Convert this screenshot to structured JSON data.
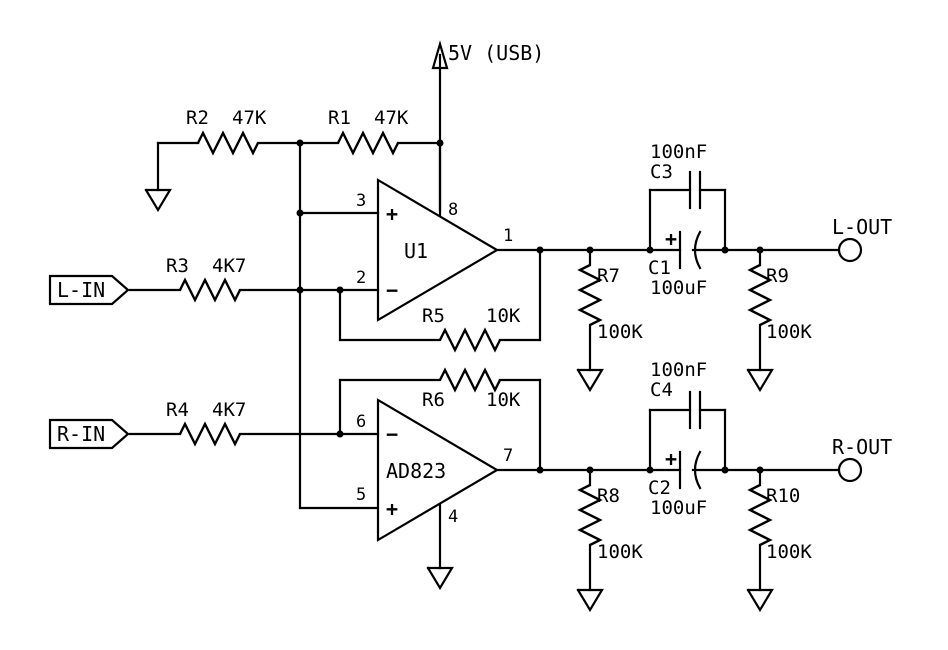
{
  "power": {
    "label": "5V (USB)"
  },
  "resistors": {
    "r1": {
      "ref": "R1",
      "value": "47K"
    },
    "r2": {
      "ref": "R2",
      "value": "47K"
    },
    "r3": {
      "ref": "R3",
      "value": "4K7"
    },
    "r4": {
      "ref": "R4",
      "value": "4K7"
    },
    "r5": {
      "ref": "R5",
      "value": "10K"
    },
    "r6": {
      "ref": "R6",
      "value": "10K"
    },
    "r7": {
      "ref": "R7",
      "value": "100K"
    },
    "r8": {
      "ref": "R8",
      "value": "100K"
    },
    "r9": {
      "ref": "R9",
      "value": "100K"
    },
    "r10": {
      "ref": "R10",
      "value": "100K"
    }
  },
  "capacitors": {
    "c1": {
      "ref": "C1",
      "value": "100uF"
    },
    "c2": {
      "ref": "C2",
      "value": "100uF"
    },
    "c3": {
      "ref": "C3",
      "value": "100nF"
    },
    "c4": {
      "ref": "C4",
      "value": "100nF"
    }
  },
  "opamp": {
    "ref": "U1",
    "part": "AD823",
    "pins": {
      "p1": "1",
      "p2": "2",
      "p3": "3",
      "p4": "4",
      "p5": "5",
      "p6": "6",
      "p7": "7",
      "p8": "8"
    },
    "plus": "+",
    "minus": "−",
    "pol": "+"
  },
  "ports": {
    "l_in": "L-IN",
    "r_in": "R-IN",
    "l_out": "L-OUT",
    "r_out": "R-OUT"
  }
}
